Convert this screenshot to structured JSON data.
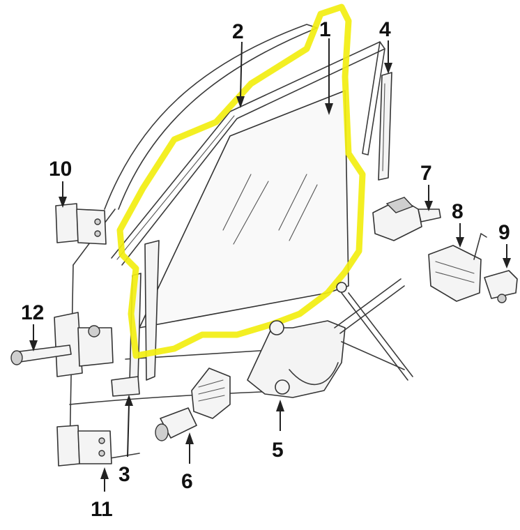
{
  "colors": {
    "highlight": "#f2ee10",
    "ink": "#222222"
  },
  "callouts": [
    {
      "id": "1",
      "label": "1"
    },
    {
      "id": "2",
      "label": "2"
    },
    {
      "id": "3",
      "label": "3"
    },
    {
      "id": "4",
      "label": "4"
    },
    {
      "id": "5",
      "label": "5"
    },
    {
      "id": "6",
      "label": "6"
    },
    {
      "id": "7",
      "label": "7"
    },
    {
      "id": "8",
      "label": "8"
    },
    {
      "id": "9",
      "label": "9"
    },
    {
      "id": "10",
      "label": "10"
    },
    {
      "id": "11",
      "label": "11"
    },
    {
      "id": "12",
      "label": "12"
    }
  ]
}
